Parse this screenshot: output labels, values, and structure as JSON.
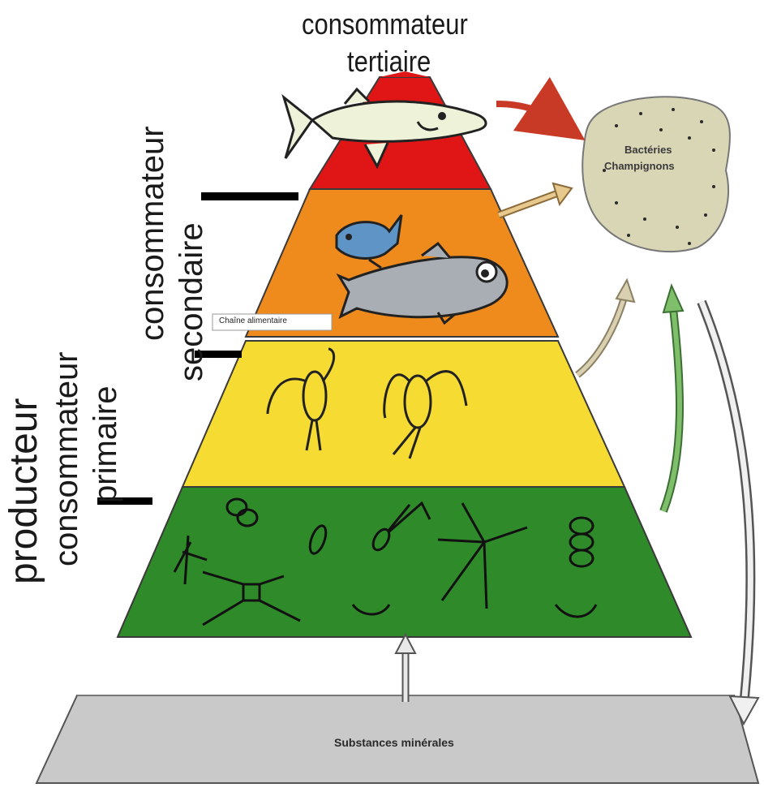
{
  "levels": {
    "tertiary": {
      "line1": "consommateur",
      "line2": "tertiaire"
    },
    "secondary": {
      "line1": "consommateur",
      "line2": "secondaire"
    },
    "primary": {
      "line1": "consommateur",
      "line2": "primaire"
    },
    "producer": {
      "label": "producteur"
    }
  },
  "decomposers": {
    "line1": "Bactéries",
    "line2": "Champignons"
  },
  "minerals": {
    "label": "Substances minérales"
  },
  "inset_label": "Chaîne alimentaire",
  "colors": {
    "tertiary": "#e01616",
    "secondary": "#ef8a1c",
    "primary": "#f6dc32",
    "producer": "#2f8a2a",
    "minerals": "#c9c9c9",
    "decomposer_blob": "#d9d6b6",
    "green_arrow": "#5a9a4e",
    "tan_arrow": "#cdb98a",
    "red_arrow": "#c83a26"
  }
}
